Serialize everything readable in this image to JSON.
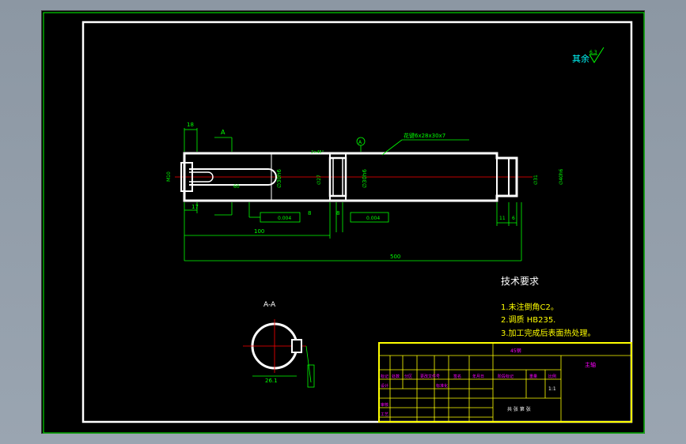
{
  "drawing": {
    "surface_symbol": {
      "label": "其余",
      "value": "6.3"
    },
    "dimensions": {
      "d18": "18",
      "d17": "17",
      "d8a": "8",
      "d8b": "8",
      "d11": "11",
      "d6": "6",
      "d100": "100",
      "d500": "500",
      "d60": "60",
      "m10": "M10",
      "dia30a": "∅30h6",
      "dia27": "∅27",
      "dia30b": "∅30h6",
      "dia31": "∅31",
      "right_dia": "∅40h6",
      "chamfer": "2×45°",
      "tol1": "0.004",
      "tol2": "0.004",
      "note": "花键6x28x30x7",
      "section_dim": "26.1",
      "section_a": "A",
      "datum": "A"
    },
    "section_title": "A-A",
    "tech_title": "技术要求",
    "tech_items": [
      "1.未注倒角C2。",
      "2.调质 HB235.",
      "3.加工完成后表面热处理。"
    ]
  },
  "title_block": {
    "material": "45钢",
    "part_name": "主轴",
    "headers": [
      "标记",
      "处数",
      "分区",
      "更改文件号",
      "签名",
      "年月日"
    ],
    "roles": [
      "设计",
      "审核",
      "工艺"
    ],
    "std": "标准化",
    "phase": "阶段标记",
    "weight": "重量",
    "scale_label": "比例",
    "scale": "1:1",
    "sheet": "共 张  第 张"
  },
  "colors": {
    "frame": "#ffffff",
    "dim": "#00ff00",
    "center": "#ff0000",
    "text_title": "#ffffff",
    "tb_border": "#ffff00",
    "tb_text": "#ff00ff"
  }
}
